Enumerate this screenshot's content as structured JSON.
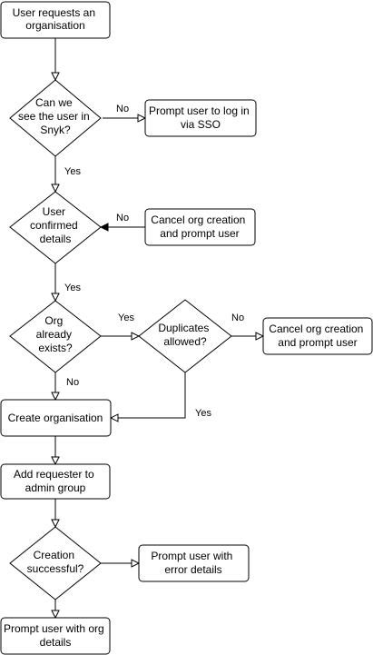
{
  "nodes": {
    "n1": {
      "kind": "process",
      "lines": [
        "User requests an",
        "organisation"
      ]
    },
    "d1": {
      "kind": "decision",
      "lines": [
        "Can we",
        "see the user in",
        "Snyk?"
      ]
    },
    "p1": {
      "kind": "process",
      "lines": [
        "Prompt user to log in",
        "via SSO"
      ]
    },
    "d2": {
      "kind": "decision",
      "lines": [
        "User",
        "confirmed",
        "details"
      ]
    },
    "p2": {
      "kind": "process",
      "lines": [
        "Cancel org creation",
        "and prompt user"
      ]
    },
    "d3": {
      "kind": "decision",
      "lines": [
        "Org",
        "already",
        "exists?"
      ]
    },
    "d4": {
      "kind": "decision",
      "lines": [
        "Duplicates",
        "allowed?"
      ]
    },
    "p3": {
      "kind": "process",
      "lines": [
        "Cancel org creation",
        "and prompt user"
      ]
    },
    "n2": {
      "kind": "process",
      "lines": [
        "Create organisation"
      ]
    },
    "n3": {
      "kind": "process",
      "lines": [
        "Add requester to",
        "admin group"
      ]
    },
    "d5": {
      "kind": "decision",
      "lines": [
        "Creation",
        "successful?"
      ]
    },
    "p4": {
      "kind": "process",
      "lines": [
        "Prompt user with",
        "error details"
      ]
    },
    "n4": {
      "kind": "process",
      "lines": [
        "Prompt user with org",
        "details"
      ]
    }
  },
  "edges": [
    {
      "id": "e1",
      "from": "n1",
      "to": "d1",
      "label": ""
    },
    {
      "id": "e2",
      "from": "d1",
      "to": "p1",
      "label": "No"
    },
    {
      "id": "e3",
      "from": "d1",
      "to": "d2",
      "label": "Yes"
    },
    {
      "id": "e4",
      "from": "p2",
      "to": "d2",
      "label": "No"
    },
    {
      "id": "e5",
      "from": "d2",
      "to": "d3",
      "label": "Yes"
    },
    {
      "id": "e6",
      "from": "d3",
      "to": "d4",
      "label": "Yes"
    },
    {
      "id": "e7",
      "from": "d4",
      "to": "p3",
      "label": "No"
    },
    {
      "id": "e8",
      "from": "d3",
      "to": "n2",
      "label": "No"
    },
    {
      "id": "e9",
      "from": "d4",
      "to": "n2",
      "label": "Yes"
    },
    {
      "id": "e10",
      "from": "n2",
      "to": "n3",
      "label": ""
    },
    {
      "id": "e11",
      "from": "n3",
      "to": "d5",
      "label": ""
    },
    {
      "id": "e12",
      "from": "d5",
      "to": "p4",
      "label": ""
    },
    {
      "id": "e13",
      "from": "d5",
      "to": "n4",
      "label": ""
    }
  ]
}
